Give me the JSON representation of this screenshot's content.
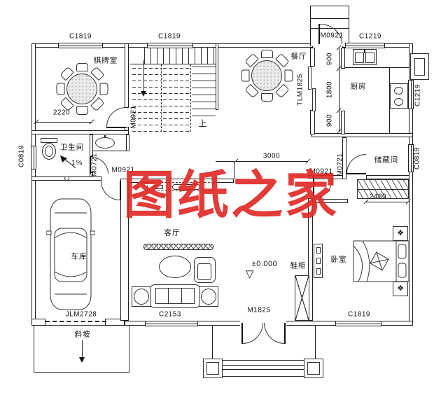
{
  "watermark": {
    "text": "图纸之家",
    "color": "#e02b28"
  },
  "rooms": {
    "chess_room": "棋牌室",
    "dining_room": "餐厅",
    "kitchen": "厨房",
    "bathroom": "卫生间",
    "garage": "车库",
    "living_room": "客厅",
    "bedroom": "卧室",
    "storage_room": "储藏间",
    "shoe_cabinet": "鞋柜",
    "stairs_up": "上",
    "ramp": "斜坡",
    "floor_slope": "1%"
  },
  "openings": {
    "window_c1819": "C1819",
    "window_c1219": "C1219",
    "window_c0819": "C0819",
    "window_c2153": "C2153",
    "door_m0921": "M0921",
    "door_m0721": "M0721",
    "door_m1825": "M1825",
    "sliding_door_tlm1825": "TLM1825",
    "garage_door_jlm2728": "JLM2728"
  },
  "dimensions": {
    "chess_room_width": "2220",
    "living_opening_width": "3000",
    "closet_width": "2480",
    "kitchen_seg_a": "900",
    "kitchen_seg_b": "1800",
    "kitchen_seg_c": "900",
    "floor_level": "±0.000"
  }
}
